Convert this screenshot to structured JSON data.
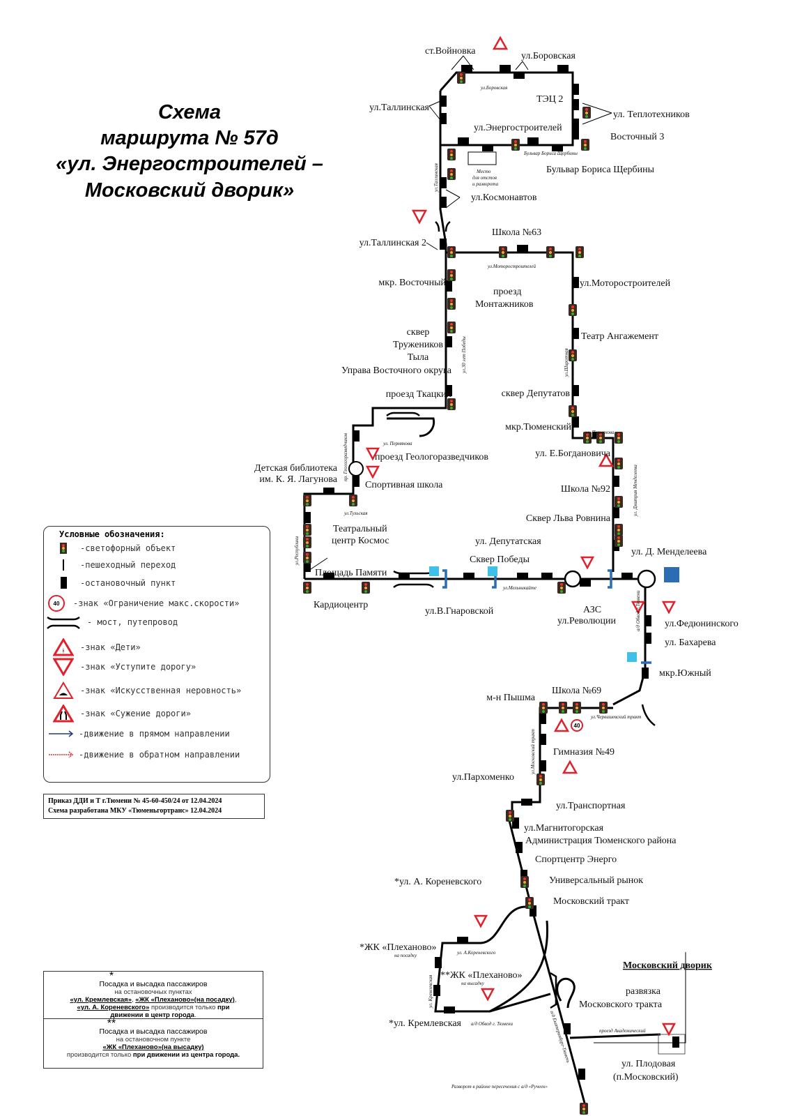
{
  "title": [
    "Схема",
    "маршрута № 57д",
    "«ул. Энергостроителей –",
    "Московский дворик»"
  ],
  "stops": [
    "ст.Войновка",
    "ул.Боровская",
    "ТЭЦ 2",
    "ул.Таллинская",
    "ул. Теплотехников",
    "ул.Энергостроителей",
    "Восточный 3",
    "Бульвар Бориса Щербины",
    "ул.Космонавтов",
    "Школа №63",
    "ул.Таллинская 2",
    "мкр. Восточный",
    "проезд",
    "Монтажников",
    "ул.Моторостроителей",
    "сквер",
    "Тружеников",
    "Тыла",
    "Управа Восточного округа",
    "Театр Ангажемент",
    "проезд Ткацкий",
    "сквер Депутатов",
    "мкр.Тюменский",
    "ул. Е.Богдановича",
    "проезд Геологоразведчиков",
    "Детская библиотека",
    "им. К. Я. Лагунова",
    "Спортивная школа",
    "Школа №92",
    "Театральный",
    "центр Космос",
    "Сквер Льва Ровнина",
    "ул. Депутатская",
    "ул. Д. Менделеева",
    "Сквер Победы",
    "Площадь Памяти",
    "Кардиоцентр",
    "ул.В.Гнаровской",
    "АЗС",
    "ул.Революции",
    "ул.Федюнинского",
    "ул. Бахарева",
    "мкр.Южный",
    "м-н Пышма",
    "Школа №69",
    "Гимназия №49",
    "ул.Пархоменко",
    "ул.Транспортная",
    "ул.Магнитогорская",
    "Администрация Тюменского района",
    "Спортцентр Энерго",
    "Универсальный рынок",
    "Московский тракт",
    "*ул. А. Кореневского",
    "*ЖК «Плеханово»",
    "на посадку",
    "**ЖК «Плеханово»",
    "на высадку",
    "*ул. Кремлевская",
    "Московский дворик",
    "развязка",
    "Московского тракта",
    "ул. Плодовая",
    "(п.Московский)"
  ],
  "place_note": [
    "Место",
    "для отстоя",
    "и разворота"
  ],
  "streets": [
    "ул.Боровская",
    "Бульвар Бориса Щербины",
    "ул.Таллинская",
    "ул.Моторостроителей",
    "ул.30 лет Победы",
    "ул.Широтная",
    "ул. Пермякова",
    "ул. Пермякова",
    "пр. Геологоразведчиков",
    "ул.Тульская",
    "ул.Республики",
    "ул.Мельникайте",
    "ул. Дмитрия Менделеева",
    "а/д Обвод г.Тюмени",
    "ул.Червишевский тракт",
    "ул.Пермякова",
    "ул.Московский тракт",
    "ул. А.Кореневского",
    "ул. Кремлевская",
    "а/д Обвод г. Тюмени",
    "а/д Екатеринбург-Тюмень",
    "проезд Академический",
    "Разворот в районе пересечения с а/д «Ручеек»"
  ],
  "speed_sign": "40",
  "legend": {
    "title": "Условные обозначения:",
    "items": [
      {
        "icon": "traffic-light",
        "label": "-светофорный объект"
      },
      {
        "icon": "crosswalk",
        "label": "-пешеходный переход"
      },
      {
        "icon": "bus-stop",
        "label": "-остановочный пункт"
      },
      {
        "icon": "speed-limit",
        "label": "-знак «Ограничение макс.скорости»"
      },
      {
        "icon": "bridge",
        "label": "- мост, путепровод"
      },
      {
        "icon": "children-sign",
        "label": "-знак «Дети»"
      },
      {
        "icon": "yield-sign",
        "label": "-знак «Уступите дорогу»"
      },
      {
        "icon": "speed-bump-sign",
        "label": "-знак «Искусственная неровность»"
      },
      {
        "icon": "road-narrows-sign",
        "label": "-знак «Сужение дороги»"
      },
      {
        "icon": "forward-arrow",
        "label": "-движение в прямом направлении"
      },
      {
        "icon": "reverse-arrow",
        "label": "-движение в обратном направлении"
      }
    ]
  },
  "order": [
    "Приказ ДДИ и Т г.Тюмени № 45-60-450/24 от 12.04.2024",
    "Схема разработана МКУ «Тюменьгортранс» 12.04.2024"
  ],
  "footnotes": {
    "one": {
      "star": "*",
      "head": "Посадка и высадка пассажиров",
      "line1": "на остановочных пунктах",
      "s1": "«ул. Кремлевская»",
      "s2": "«ЖК «Плеханово»(на посадку)",
      "s3": "«ул. А. Кореневского»",
      "mid": "производится только",
      "b1": "при",
      "b2": "движении в центр города"
    },
    "two": {
      "star": "**",
      "head": "Посадка и высадка пассажиров",
      "line1": "на остановочном пункте",
      "s1": "«ЖК «Плеханово»(на высадку)",
      "mid": "производится только",
      "b1": "при движении из центра города."
    }
  },
  "colors": {
    "route": "#000000",
    "forward": "#1f3b6e",
    "reverse": "#e0303a",
    "sign_red": "#e0202a",
    "crossing_blue": "#2a6db5"
  }
}
